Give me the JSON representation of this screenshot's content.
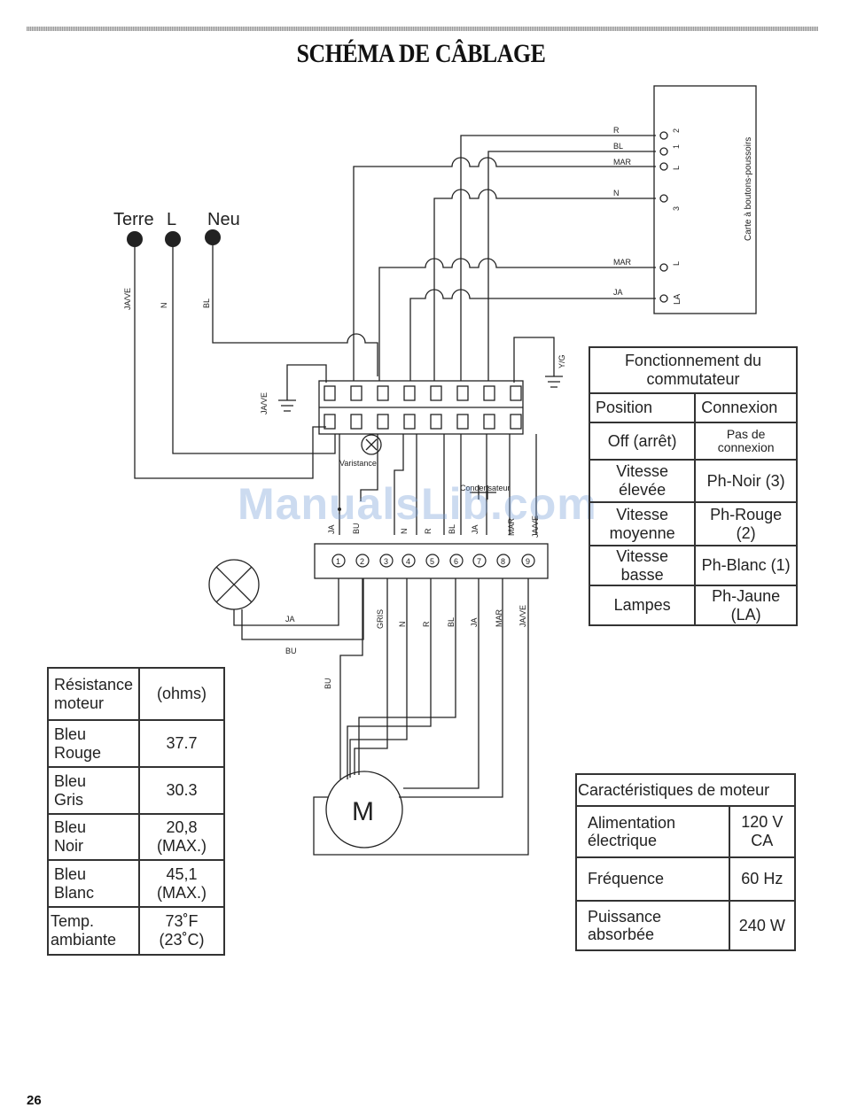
{
  "page": {
    "title": "SCHÉMA DE CÂBLAGE",
    "number": "26",
    "watermark": "ManualsLib.com"
  },
  "supply": {
    "terre": "Terre",
    "l": "L",
    "neu": "Neu",
    "wire_terre": "JA/VE",
    "wire_l": "N",
    "wire_neu": "BL"
  },
  "control_board": {
    "label": "Carte à boutons-poussoirs",
    "terminals": [
      {
        "wire": "R",
        "pin": "2"
      },
      {
        "wire": "BL",
        "pin": "1"
      },
      {
        "wire": "MAR",
        "pin": "L"
      },
      {
        "wire": "N",
        "pin": "3"
      },
      {
        "wire": "MAR",
        "pin": "L"
      },
      {
        "wire": "JA",
        "pin": "LA"
      }
    ]
  },
  "terminal_block": {
    "ground_left": "JA/VE",
    "ground_right": "Y/G",
    "varistor": "Varistance",
    "capacitor": "Condensateur"
  },
  "connector": {
    "pins": [
      "1",
      "2",
      "3",
      "4",
      "5",
      "6",
      "7",
      "8",
      "9"
    ],
    "top_wires": [
      "JA",
      "BU",
      "N",
      "R",
      "BL",
      "JA",
      "MAR",
      "JA/VE"
    ],
    "bottom_wires": [
      "GRIS",
      "N",
      "R",
      "BL",
      "JA",
      "MAR",
      "JA/VE"
    ],
    "lamp_wires": [
      "JA",
      "BU"
    ],
    "motor_wire": "BU"
  },
  "motor": {
    "symbol": "M"
  },
  "switch_table": {
    "title": "Fonctionnement du commutateur",
    "headers": [
      "Position",
      "Connexion"
    ],
    "rows": [
      [
        "Off (arrêt)",
        "Pas de connexion"
      ],
      [
        "Vitesse élevée",
        "Ph-Noir (3)"
      ],
      [
        "Vitesse moyenne",
        "Ph-Rouge (2)"
      ],
      [
        "Vitesse basse",
        "Ph-Blanc (1)"
      ],
      [
        "Lampes",
        "Ph-Jaune (LA)"
      ]
    ]
  },
  "resistance_table": {
    "title": "Résistance moteur",
    "unit": "(ohms)",
    "rows": [
      [
        "Bleu",
        "Rouge",
        "37.7"
      ],
      [
        "Bleu",
        "Gris",
        "30.3"
      ],
      [
        "Bleu",
        "Noir",
        "20,8 (MAX.)"
      ],
      [
        "Bleu",
        "Blanc",
        "45,1 (MAX.)"
      ],
      [
        "Temp.",
        "ambiante",
        "73˚F (23˚C)"
      ]
    ]
  },
  "motor_table": {
    "title": "Caractéristiques de moteur",
    "rows": [
      [
        "Alimentation électrique",
        "120 V CA"
      ],
      [
        "Fréquence",
        "60 Hz"
      ],
      [
        "Puissance absorbée",
        "240 W"
      ]
    ]
  }
}
